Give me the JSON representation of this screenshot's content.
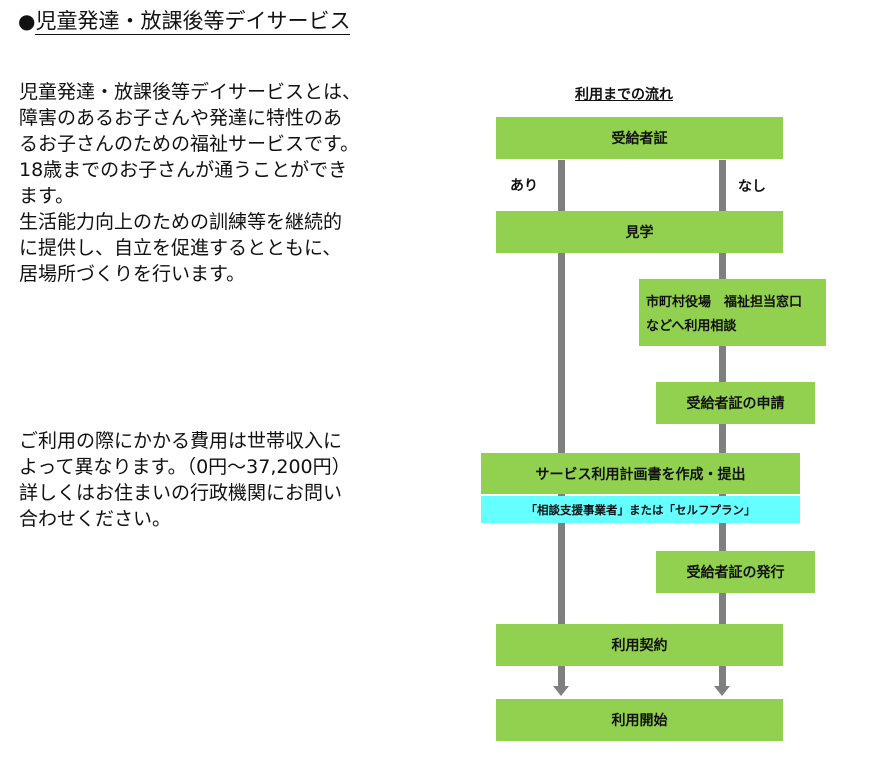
{
  "heading": {
    "bullet": "●",
    "title": "児童発達・放課後等デイサービス"
  },
  "intro": {
    "lines": [
      "児童発達・放課後等デイサービスとは、",
      "障害のあるお子さんや発達に特性のあ",
      "るお子さんのための福祉サービスです。",
      "18歳までのお子さんが通うことができ",
      "ます。",
      "生活能力向上のための訓練等を継続的",
      "に提供し、自立を促進するとともに、",
      "居場所づくりを行います。"
    ]
  },
  "cost": {
    "lines": [
      "ご利用の際にかかる費用は世帯収入に",
      "よって異なります。（0円～37,200円）",
      "詳しくはお住まいの行政機関にお問い",
      "合わせください。"
    ]
  },
  "flow": {
    "title": "利用までの流れ",
    "branch_yes": "あり",
    "branch_no": "なし",
    "steps": {
      "card": "受給者証",
      "visit": "見学",
      "consult_line1": "市町村役場　福祉担当窓口",
      "consult_line2": "などへ利用相談",
      "apply": "受給者証の申請",
      "plan": "サービス利用計画書を作成・提出",
      "plan_note": "「相談支援事業者」または「セルフプラン」",
      "issue": "受給者証の発行",
      "contract": "利用契約",
      "start": "利用開始"
    },
    "colors": {
      "box": "#92d050",
      "note": "#66ffff",
      "track": "#7f7f7f"
    }
  }
}
